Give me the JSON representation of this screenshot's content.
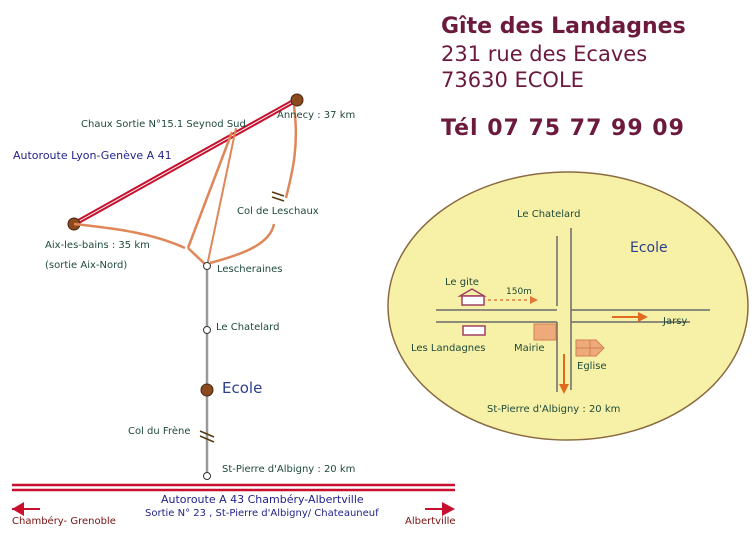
{
  "header": {
    "title": "Gîte des Landagnes",
    "address_line1": "231 rue des Ecaves",
    "address_line2": "73630 ECOLE",
    "phone": "Tél 07 75 77 99 09"
  },
  "route_map": {
    "chaux_exit": "Chaux Sortie N°15.1 Seynod Sud",
    "annecy": "Annecy : 37 km",
    "autoroute_a41": "Autoroute Lyon-Genève A 41",
    "col_leschaux": "Col de Leschaux",
    "aix": "Aix-les-bains   : 35 km",
    "aix_exit": "(sortie Aix-Nord)",
    "lescheraines": "Lescheraines",
    "le_chatelard": "Le Chatelard",
    "ecole": "Ecole",
    "col_frene": "Col du Frène",
    "st_pierre": "St-Pierre d'Albigny : 20 km",
    "autoroute_a43": "Autoroute A 43 Chambéry-Albertville",
    "a43_exit": "Sortie N° 23 , St-Pierre d'Albigny/ Chateauneuf",
    "chambery": "Chambéry- Grenoble",
    "albertville": "Albertville"
  },
  "village_map": {
    "le_chatelard": "Le Chatelard",
    "ecole": "Ecole",
    "le_gite": "Le gite",
    "distance": "150m",
    "jarsy": "Jarsy",
    "les_landagnes": "Les Landagnes",
    "mairie": "Mairie",
    "eglise": "Eglise",
    "st_pierre": "St-Pierre d'Albigny   : 20 km"
  },
  "colors": {
    "road_orange": "#e0875a",
    "highway_red": "#c8102e",
    "node_brown": "#8b4a1e",
    "ellipse_fill": "#f7f1a8",
    "header_text": "#6b1a3e"
  }
}
